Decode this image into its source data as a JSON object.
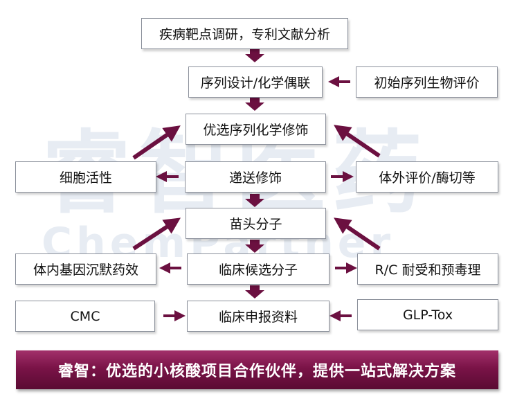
{
  "watermark": {
    "main": "睿智医药",
    "sub": "ChemPartner"
  },
  "boxes": {
    "target_research": "疾病靶点调研，专利文献分析",
    "sequence_design": "序列设计/化学偶联",
    "initial_bio_eval": "初始序列生物评价",
    "optimize_chem_mod": "优选序列化学修饰",
    "cell_activity": "细胞活性",
    "delivery_mod": "递送修饰",
    "in_vitro_eval": "体外评价/酶切等",
    "lead_molecule": "苗头分子",
    "in_vivo_silencing": "体内基因沉默药效",
    "clinical_candidate": "临床候选分子",
    "rc_tolerance": "R/C 耐受和预毒理",
    "cmc": "CMC",
    "clinical_filing": "临床申报资料",
    "glp_tox": "GLP-Tox"
  },
  "banner": "睿智：优选的小核酸项目合作伙伴，提供一站式解决方案",
  "colors": {
    "arrow": "#6b1040",
    "banner_top": "#a2306a",
    "banner_bottom": "#5a0b33",
    "box_border": "#8a8f9a",
    "watermark": "#e7ecf3"
  }
}
